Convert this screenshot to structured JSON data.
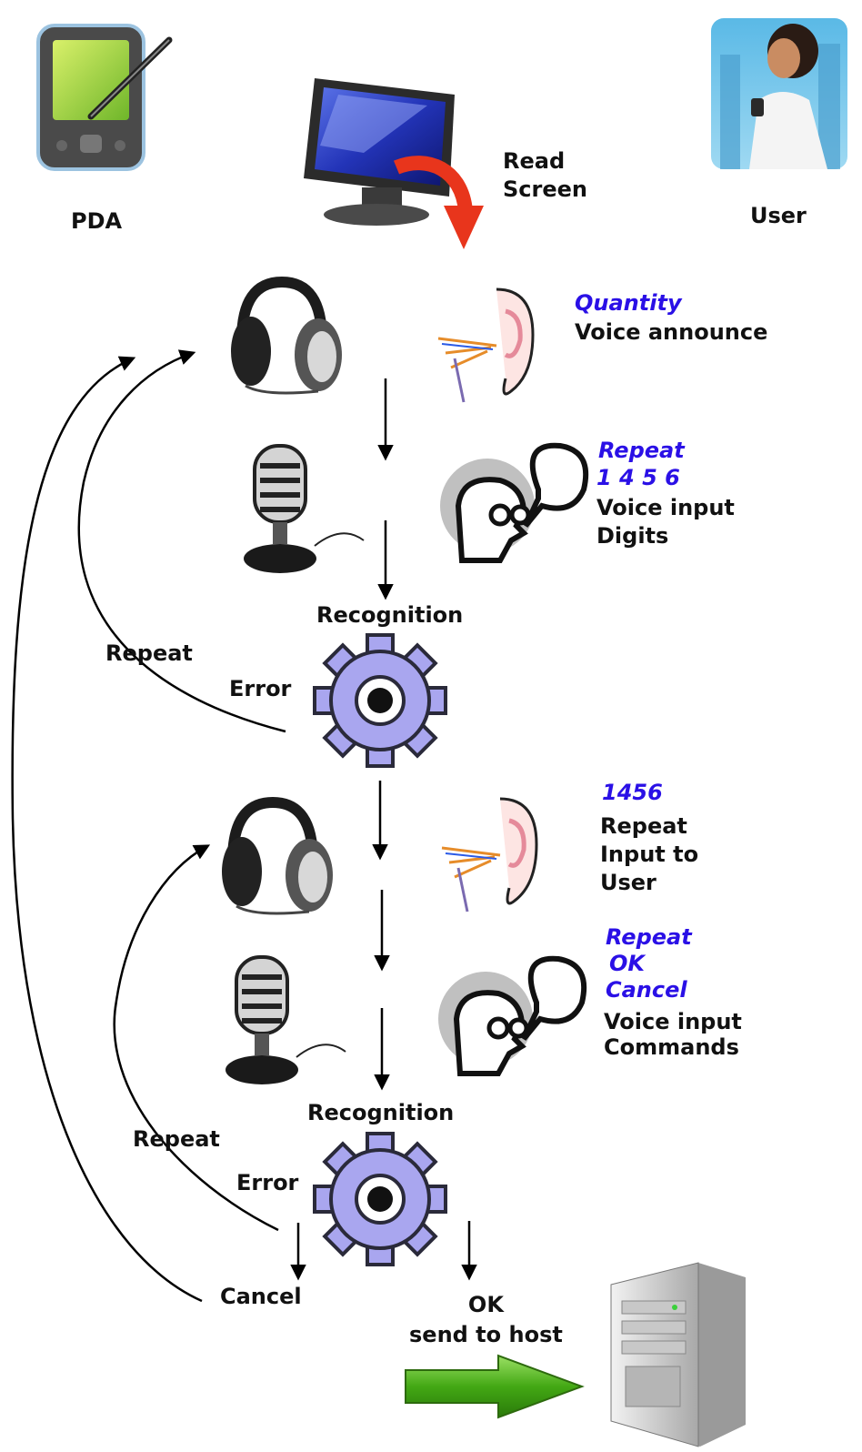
{
  "colors": {
    "accent_text": "#2a10e6",
    "text": "#111111",
    "arrow": "#000000",
    "gear": "#a9a6ef",
    "host_arrow": "#4fb81e"
  },
  "icons": {
    "pda": "pda-icon",
    "monitor": "monitor-icon",
    "user": "user-photo-icon",
    "headphones": "headphones-icon",
    "ear": "ear-icon",
    "microphone": "microphone-icon",
    "speaking_head": "speaking-head-icon",
    "gear": "gear-icon",
    "server": "server-icon",
    "green_arrow": "green-arrow-icon"
  },
  "labels": {
    "pda": "PDA",
    "read_screen": [
      "Read",
      "Screen"
    ],
    "user": "User",
    "quantity": "Quantity",
    "voice_announce": "Voice announce",
    "repeat_digits_cmd": "Repeat",
    "digits_example": "1 4 5 6",
    "voice_input_digits": [
      "Voice input",
      "Digits"
    ],
    "recognition_1": "Recognition",
    "repeat_1": "Repeat",
    "error_1": "Error",
    "number_1456": "1456",
    "repeat_input": [
      "Repeat",
      "Input to",
      "User"
    ],
    "commands": [
      "Repeat",
      "OK",
      "Cancel"
    ],
    "voice_input_commands": [
      "Voice input",
      "Commands"
    ],
    "recognition_2": "Recognition",
    "repeat_2": "Repeat",
    "error_2": "Error",
    "cancel": "Cancel",
    "ok_send": [
      "OK",
      "send to host"
    ]
  }
}
